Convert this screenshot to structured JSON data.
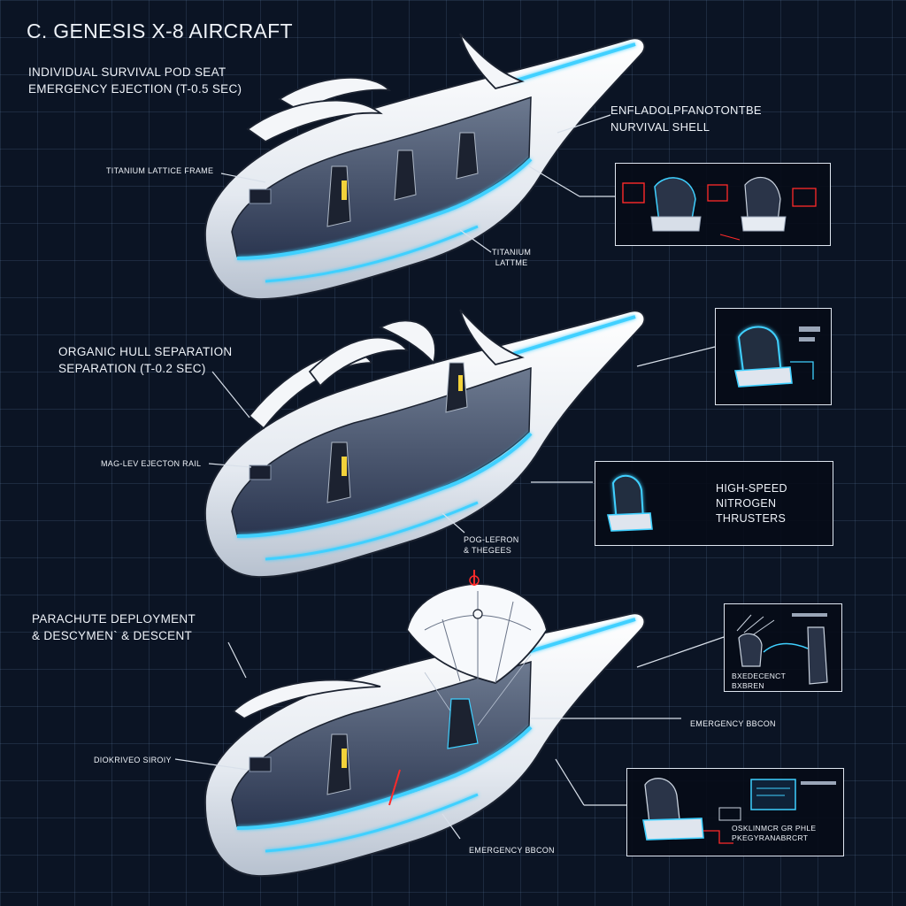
{
  "title": "C. GENESIS X-8 AIRCRAFT",
  "stage1": {
    "heading_line1": "INDIVIDUAL SURVIVAL POD SEAT",
    "heading_line2": "EMERGENCY EJECTION (T-0.5 SEC)",
    "label_frame": "TITANIUM LATTICE FRAME",
    "label_lattice_line1": "TITANIUM",
    "label_lattice_line2": "LATTME",
    "label_shell_line1": "ENFLADOLPFANOTONTBE",
    "label_shell_line2": "NURVIVAL SHELL"
  },
  "stage2": {
    "heading_line1": "ORGANIC HULL SEPARATION",
    "heading_line2": "SEPARATION (T-0.2 SEC)",
    "label_rail": "MAG-LEV EJECTON RAIL",
    "label_pog_line1": "POG-LEFRON",
    "label_pog_line2": "& THEGEES",
    "thruster_line1": "HIGH-SPEED",
    "thruster_line2": "NITROGEN",
    "thruster_line3": "THRUSTERS"
  },
  "stage3": {
    "heading_line1": "PARACHUTE DEPLOYMENT",
    "heading_line2": "& DESCYMEN` & DESCENT",
    "label_left": "DIOKRIVEO SIROIY",
    "label_beacon_right": "EMERGENCY BBCON",
    "label_beacon_bottom": "EMERGENCY BBCON",
    "inset_a_line1": "BXEDECENCT",
    "inset_a_line2": "BXBREN",
    "inset_b_line1": "OSKLINMCR GR PHLE",
    "inset_b_line2": "PKEGYRANABRCRT"
  },
  "colors": {
    "background": "#0b1424",
    "hull": "#eef1f5",
    "glow": "#3fd0ff",
    "accent_red": "#ff2a2a",
    "seat_accent": "#f3d23a"
  }
}
